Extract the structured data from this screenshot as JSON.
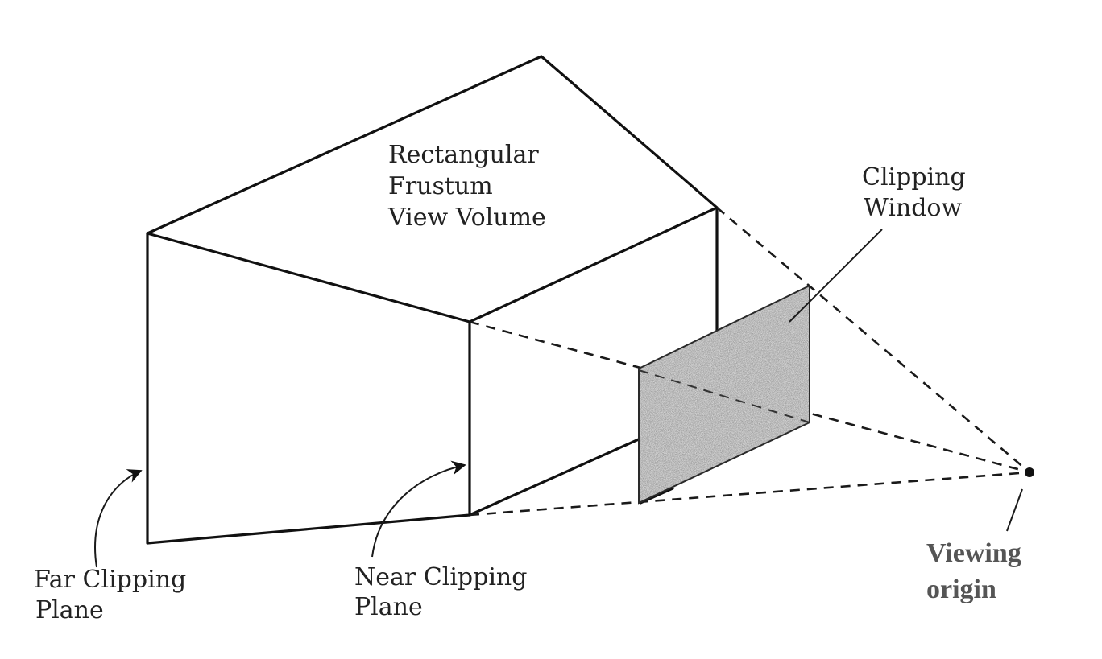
{
  "labels": {
    "volume": [
      "Rectangular",
      "Frustum",
      "View Volume"
    ],
    "clipping_window": [
      "Clipping",
      "Window"
    ],
    "far_plane": [
      "Far Clipping",
      "Plane"
    ],
    "near_plane": [
      "Near Clipping",
      "Plane"
    ],
    "viewing_origin": [
      "Viewing",
      "origin"
    ]
  },
  "colors": {
    "line": "#111111",
    "window_fill": "#b4b4b4"
  }
}
